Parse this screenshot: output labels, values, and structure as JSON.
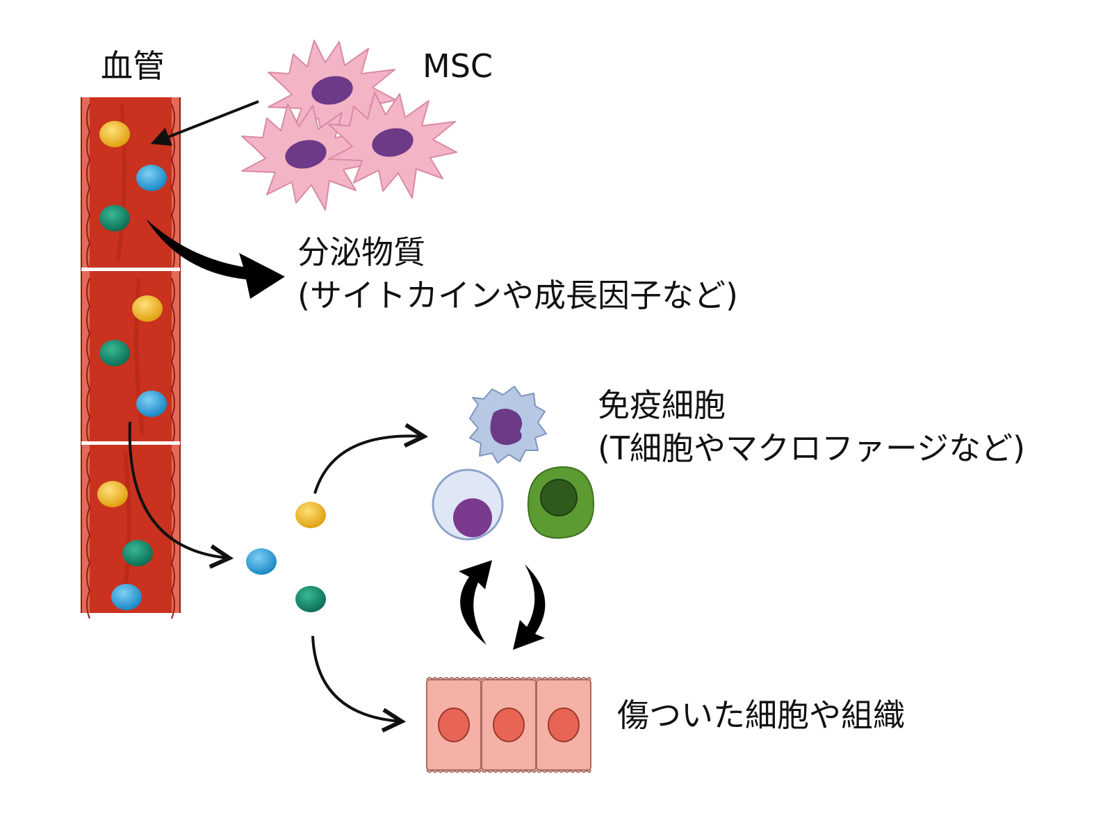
{
  "labels": {
    "vessel": "血管",
    "msc": "MSC",
    "secreted_line1": "分泌物質",
    "secreted_line2": "(サイトカインや成長因子など)",
    "immune_line1": "免疫細胞",
    "immune_line2": "(T細胞やマクロファージなど)",
    "damaged": "傷ついた細胞や組織"
  },
  "colors": {
    "vessel_red": "#c8321e",
    "vessel_edge": "#8e1d10",
    "msc_pink": "#f3b4c6",
    "msc_nucleus": "#6c3a87",
    "factor_yellow": "#f0b424",
    "factor_blue": "#2c9ed8",
    "factor_green": "#138a6e",
    "immune_blue": "#b7c8e4",
    "immune_green": "#5c9a32",
    "tissue_pink": "#f6b1a6",
    "tissue_nucleus": "#e86556"
  }
}
